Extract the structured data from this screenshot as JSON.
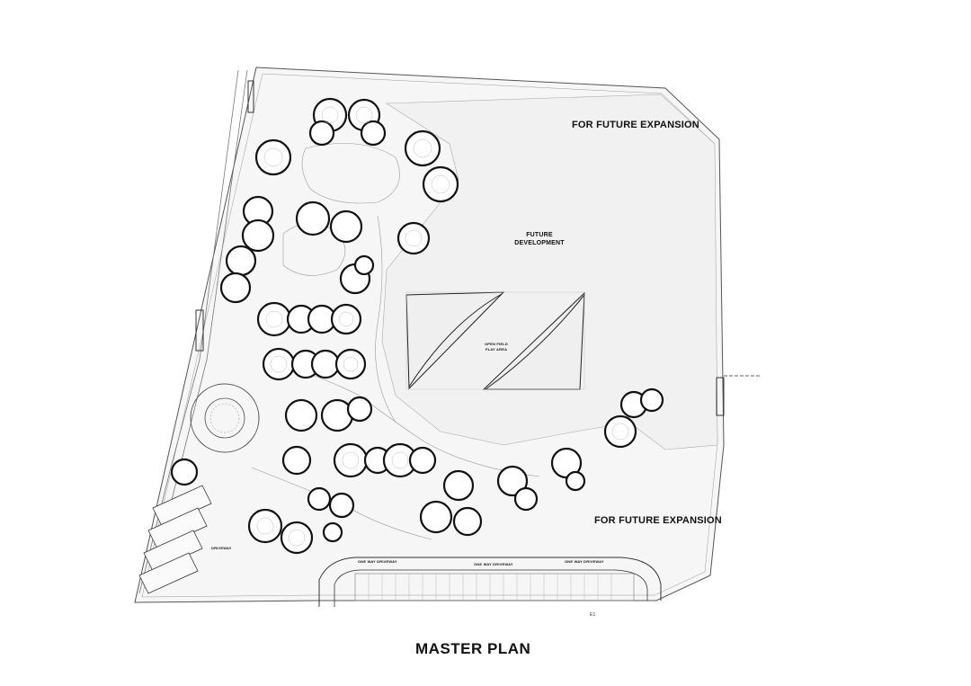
{
  "title": "MASTER PLAN",
  "zones": {
    "future_expansion_top": "FOR FUTURE EXPANSION",
    "future_expansion_bottom": "FOR FUTURE EXPANSION",
    "future_development_1": "FUTURE",
    "future_development_2": "DEVELOPMENT",
    "open_field_1": "OPEN FIELD",
    "open_field_2": "PLAY AREA"
  },
  "roads": {
    "driveway": "DRIVEWAY",
    "one_way_1": "ONE WAY DRIVEWAY",
    "one_way_2": "ONE WAY DRIVEWAY",
    "one_way_3": "ONE WAY DRIVEWAY"
  },
  "marks": {
    "e1": "E1"
  },
  "colors": {
    "line": "#222222",
    "pod_fill": "#ffffff",
    "site_fill": "#f4f4f4",
    "background": "#ffffff"
  }
}
